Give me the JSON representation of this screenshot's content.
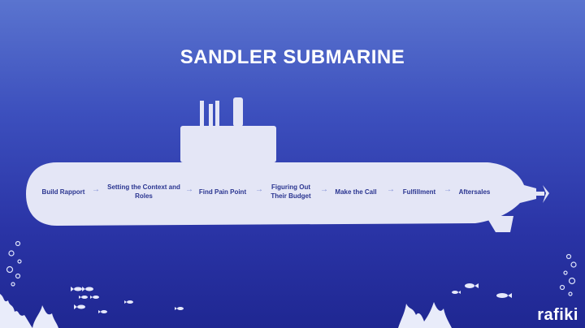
{
  "title": "SANDLER SUBMARINE",
  "steps": [
    {
      "label": "Build Rapport"
    },
    {
      "label": "Setting the Context and Roles"
    },
    {
      "label": "Find Pain Point"
    },
    {
      "label": "Figuring Out Their Budget"
    },
    {
      "label": "Make the Call"
    },
    {
      "label": "Fulfillment"
    },
    {
      "label": "Aftersales"
    }
  ],
  "arrow_glyph": "→",
  "brand": "rafiki",
  "colors": {
    "background_top": "#5a74cf",
    "background_bottom": "#1f2792",
    "hull": "#e4e6f6",
    "step_text": "#2a3590",
    "title": "#ffffff"
  }
}
